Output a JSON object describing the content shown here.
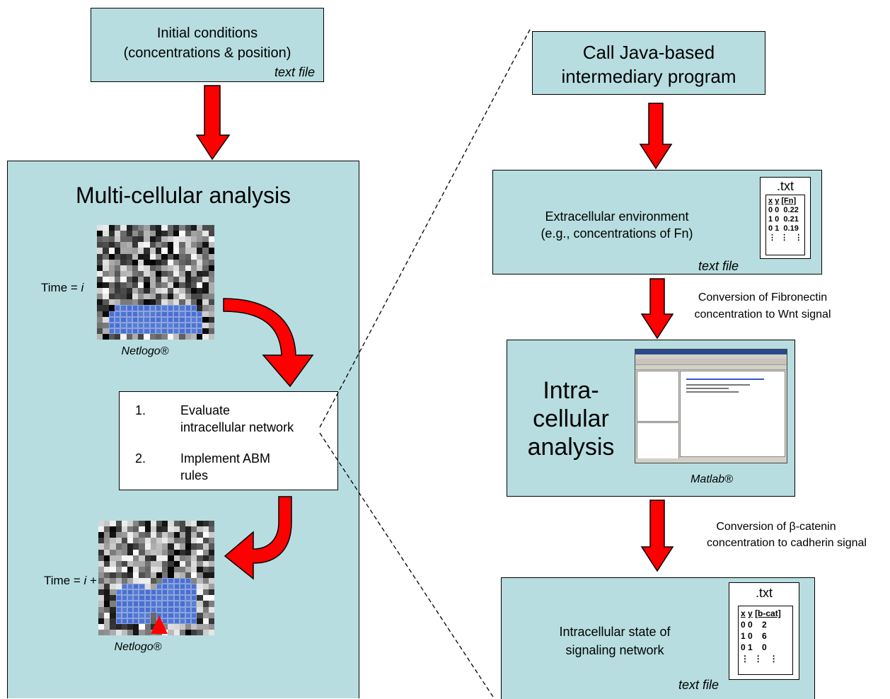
{
  "initial": {
    "line1": "Initial conditions",
    "line2": "(concentrations & position)",
    "file": "text file"
  },
  "multi": {
    "title": "Multi-cellular analysis",
    "time1_label": "Time = ",
    "time1_var": "i",
    "time2_label": "Time = ",
    "time2_var": "i",
    "time2_suffix": " + 1",
    "netlogo1": "Netlogo®",
    "netlogo2": "Netlogo®"
  },
  "steps": {
    "n1": "1.",
    "s1_line1": "Evaluate",
    "s1_line2": "intracellular network",
    "n2": "2.",
    "s2_line1": "Implement ABM",
    "s2_line2": "rules"
  },
  "java": {
    "line1": "Call Java-based",
    "line2": "intermediary program"
  },
  "extra": {
    "line1": "Extracellular environment",
    "line2": "(e.g., concentrations of Fn)",
    "file": "text file",
    "txt_title": ".txt",
    "col_x": "x",
    "col_y": "y",
    "col_v": "[Fn]",
    "rows": [
      "0 0  0.22",
      "1 0  0.21",
      "0 1  0.19",
      "⋮  ⋮   ⋮"
    ]
  },
  "conv1": {
    "line1": "Conversion of Fibronectin",
    "line2": "concentration to Wnt signal"
  },
  "intra": {
    "line1": "Intra-",
    "line2": "cellular",
    "line3": "analysis",
    "matlab": "Matlab®"
  },
  "conv2": {
    "line1": "Conversion of β-catenin",
    "line2": "concentration to cadherin signal"
  },
  "state": {
    "line1": "Intracellular state of",
    "line2": "signaling network",
    "file": "text file",
    "txt_title": ".txt",
    "col_x": "x",
    "col_y": "y",
    "col_v": "[b-cat]",
    "rows": [
      "0 0    2",
      "1 0    6",
      "0 1    0",
      "⋮  ⋮   ⋮"
    ]
  },
  "colors": {
    "box_fill": "#b7dde0",
    "arrow_red": "#ff0000",
    "cell_blue": "#4a6fd0"
  }
}
